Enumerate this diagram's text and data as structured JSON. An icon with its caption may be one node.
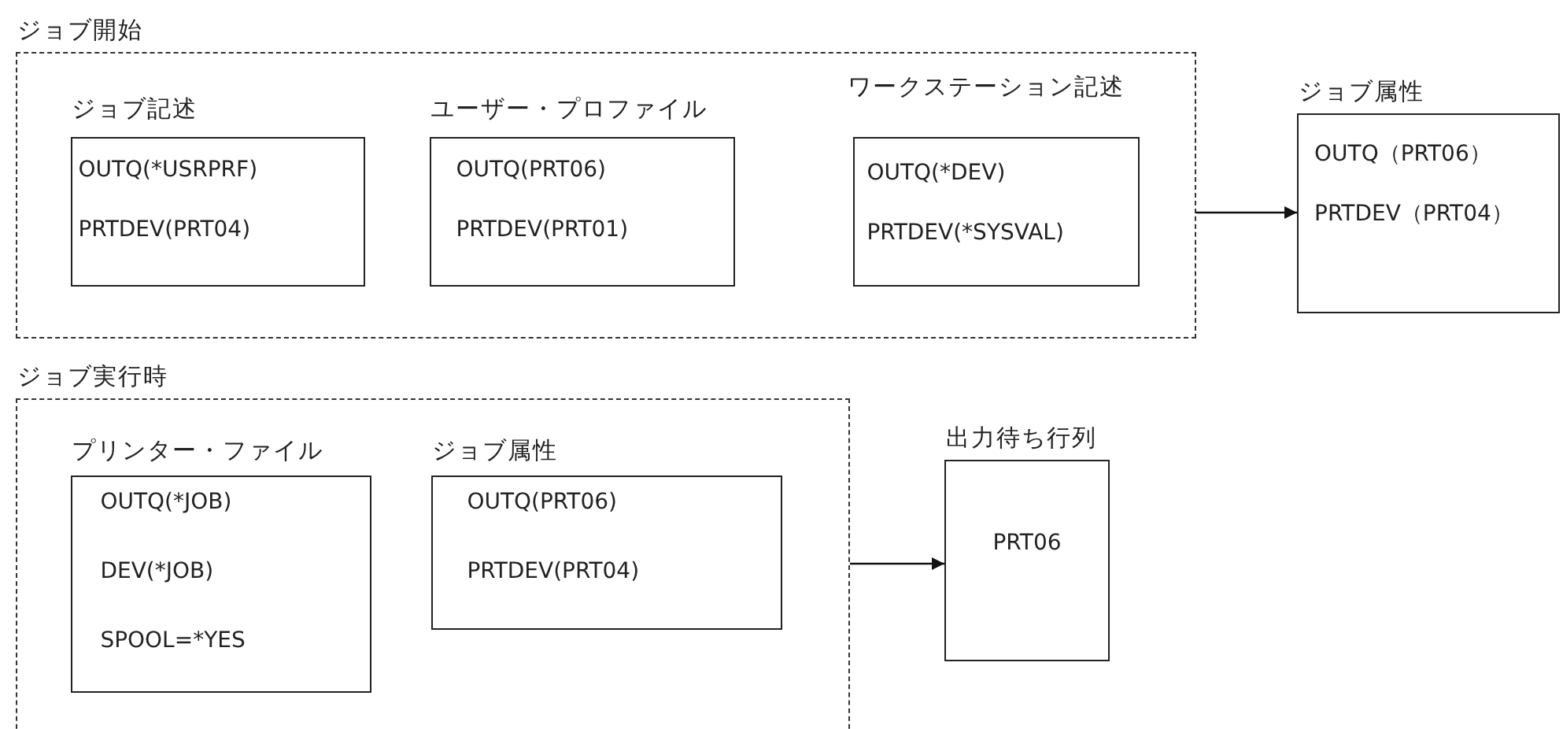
{
  "diagram": {
    "nodes": [
      {
        "text": [
          "ジョブ開始"
        ]
      },
      {
        "text": [
          "ジョブ記述",
          "OUTQ(*USRPRF)",
          "PRTDEV(PRT04)"
        ],
        "in": 0
      },
      {
        "text": [
          "ユーザー・プロファイル",
          "OUTQ(PRT06)",
          "PRTDEV(PRT01)"
        ],
        "in": 0
      },
      {
        "text": [
          "ワークステーション記述",
          "OUTQ(*DEV)",
          "PRTDEV(*SYSVAL)"
        ],
        "in": 0
      },
      {
        "text": [
          "ジョブ属性",
          "OUTQ（PRT06）",
          "PRTDEV（PRT04）"
        ]
      },
      {
        "text": [
          "ジョブ実行時"
        ]
      },
      {
        "text": [
          "プリンター・ファイル",
          "OUTQ(*JOB)",
          "DEV(*JOB)",
          "SPOOL=*YES"
        ],
        "in": 5
      },
      {
        "text": [
          "ジョブ属性",
          "OUTQ(PRT06)",
          "PRTDEV(PRT04)"
        ],
        "in": 5
      },
      {
        "text": [
          "出力待ち行列",
          "PRT06"
        ]
      }
    ],
    "edges": [
      {
        "from": 0,
        "to": 4,
        "arrow": "to"
      },
      {
        "from": 5,
        "to": 8,
        "arrow": "to"
      }
    ]
  }
}
